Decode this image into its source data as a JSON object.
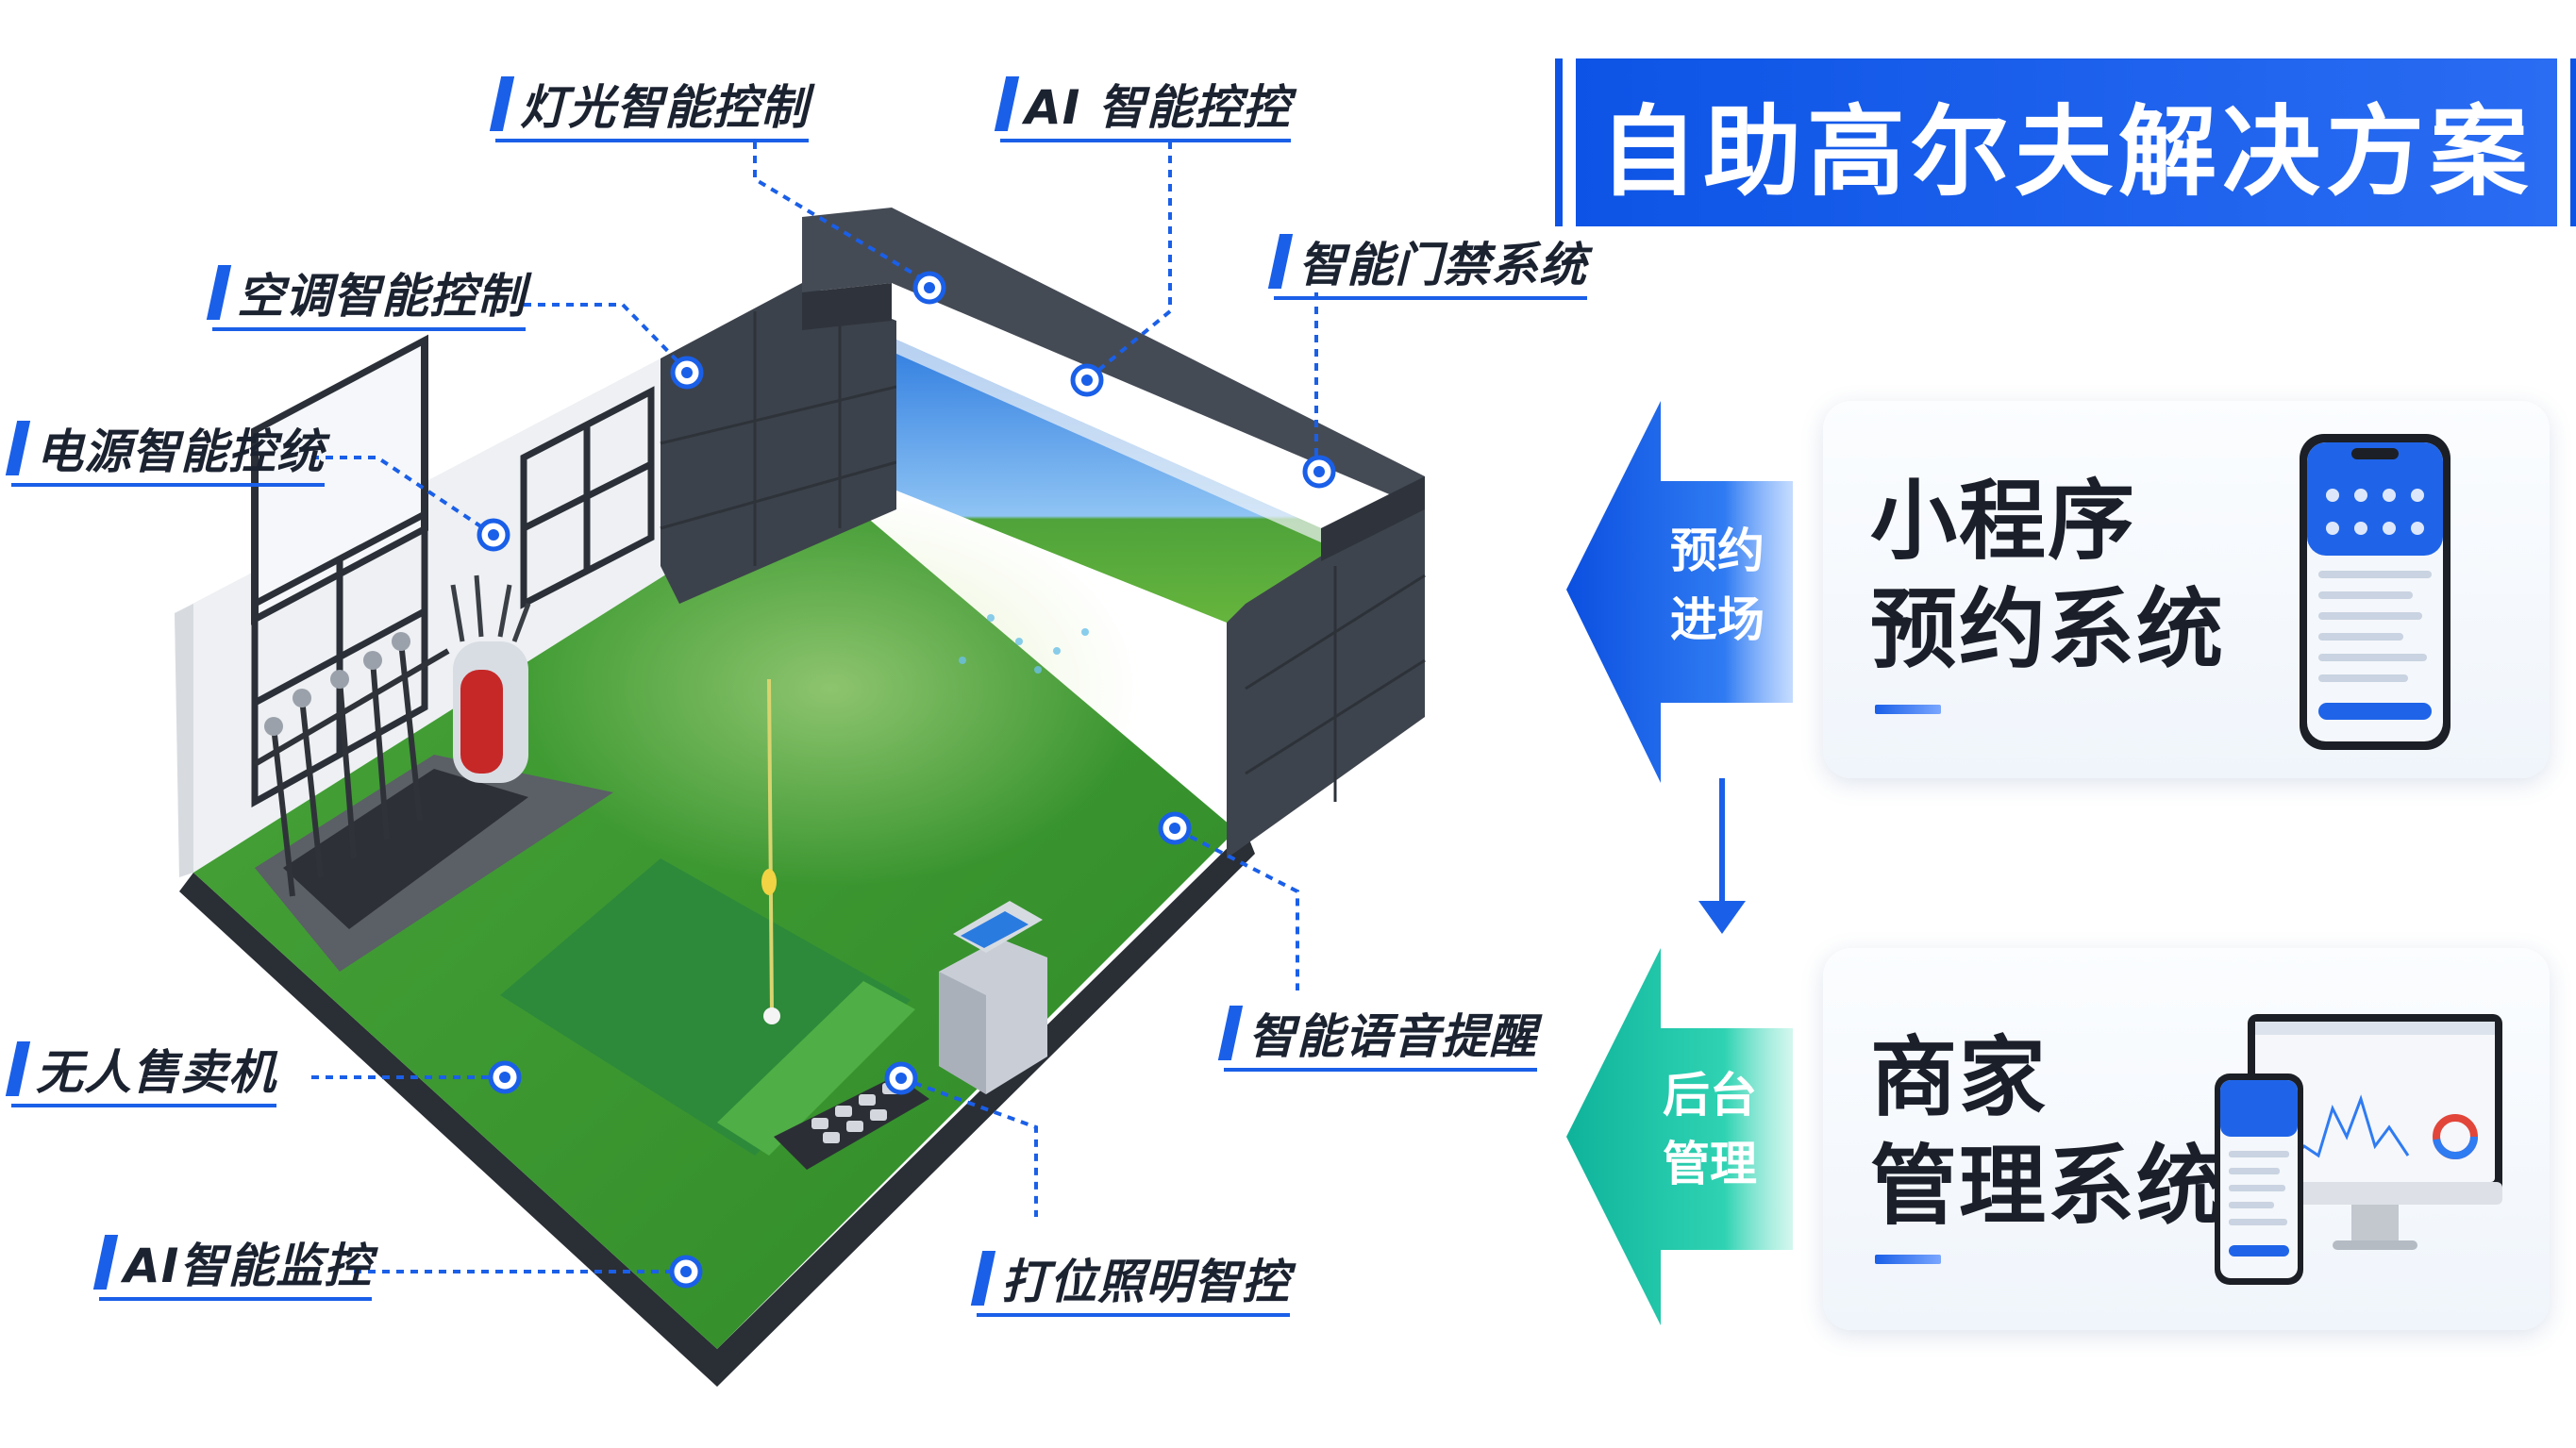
{
  "title": "自助高尔夫解决方案",
  "callouts": {
    "lighting": "灯光智能控制",
    "ai_control": "AI 智能控控",
    "aircon": "空调智能控制",
    "access": "智能门禁系统",
    "power": "电源智能控统",
    "voice": "智能语音提醒",
    "vending": "无人售卖机",
    "ai_monitor": "AI智能监控",
    "bay_light": "打位照明智控"
  },
  "flow": {
    "booking_arrow": "预约\n进场",
    "admin_arrow": "后台\n管理"
  },
  "cards": {
    "miniprogram": "小程序\n预约系统",
    "merchant": "商家\n管理系统"
  },
  "colors": {
    "accent": "#1a5fe8",
    "teal": "#18c6a5",
    "turf": "#3e9a2e",
    "wall": "#3f454f"
  }
}
